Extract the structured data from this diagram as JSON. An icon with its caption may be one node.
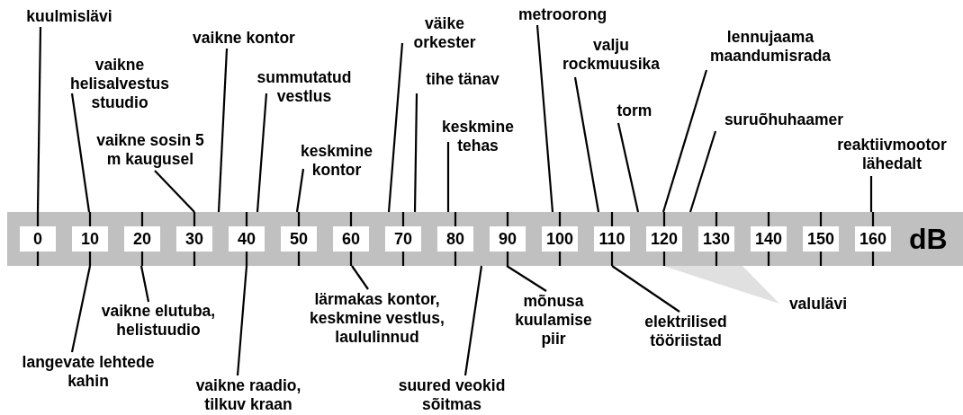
{
  "diagram": {
    "nodes": [
      {
        "text": [],
        "shape": "bar"
      },
      {
        "text": [
          "kuulmislävi"
        ]
      },
      {
        "text": [
          "vaikne helisalvestus stuudio"
        ]
      },
      {
        "text": [
          "vaikne sosin 5 m kaugusel"
        ]
      },
      {
        "text": [
          "vaikne kontor"
        ]
      },
      {
        "text": [
          "summutatud vestlus"
        ]
      },
      {
        "text": [
          "keskmine kontor"
        ]
      },
      {
        "text": [
          "väike orkester"
        ]
      },
      {
        "text": [
          "tihe tänav"
        ]
      },
      {
        "text": [
          "keskmine tehas"
        ]
      },
      {
        "text": [
          "metroorong"
        ]
      },
      {
        "text": [
          "valju rockmuusika"
        ]
      },
      {
        "text": [
          "torm"
        ]
      },
      {
        "text": [
          "lennujaama maandumisrada"
        ]
      },
      {
        "text": [
          "suruõhuhaamer"
        ]
      },
      {
        "text": [
          "reaktiivmootor lähedalt"
        ]
      },
      {
        "text": [
          "langevate lehtede kahin"
        ]
      },
      {
        "text": [
          "vaikne elutuba, helistuudio"
        ]
      },
      {
        "text": [
          "vaikne raadio, tilkuv kraan"
        ]
      },
      {
        "text": [
          "lärmakas kontor, keskmine vestlus, laululinnud"
        ]
      },
      {
        "text": [
          "suured veokid sõitmas"
        ]
      },
      {
        "text": [
          "mõnusa kuulamise piir"
        ]
      },
      {
        "text": [
          "elektrilised tööriistad"
        ]
      },
      {
        "text": [
          "valulävi"
        ]
      }
    ],
    "edges": [
      {
        "from": 1,
        "to": 0,
        "arrow": "none"
      },
      {
        "from": 2,
        "to": 0,
        "arrow": "none"
      },
      {
        "from": 3,
        "to": 0,
        "arrow": "none"
      },
      {
        "from": 4,
        "to": 0,
        "arrow": "none"
      },
      {
        "from": 5,
        "to": 0,
        "arrow": "none"
      },
      {
        "from": 6,
        "to": 0,
        "arrow": "none"
      },
      {
        "from": 7,
        "to": 0,
        "arrow": "none"
      },
      {
        "from": 8,
        "to": 0,
        "arrow": "none"
      },
      {
        "from": 9,
        "to": 0,
        "arrow": "none"
      },
      {
        "from": 10,
        "to": 0,
        "arrow": "none"
      },
      {
        "from": 11,
        "to": 0,
        "arrow": "none"
      },
      {
        "from": 12,
        "to": 0,
        "arrow": "none"
      },
      {
        "from": 13,
        "to": 0,
        "arrow": "none"
      },
      {
        "from": 14,
        "to": 0,
        "arrow": "none"
      },
      {
        "from": 15,
        "to": 0,
        "arrow": "none"
      },
      {
        "from": 16,
        "to": 0,
        "arrow": "none"
      },
      {
        "from": 17,
        "to": 0,
        "arrow": "none"
      },
      {
        "from": 18,
        "to": 0,
        "arrow": "none"
      },
      {
        "from": 19,
        "to": 0,
        "arrow": "none"
      },
      {
        "from": 20,
        "to": 0,
        "arrow": "none"
      },
      {
        "from": 21,
        "to": 0,
        "arrow": "none"
      },
      {
        "from": 22,
        "to": 0,
        "arrow": "none"
      },
      {
        "from": 23,
        "to": 0,
        "arrow": "none",
        "style": "thick",
        "color": "#e0e0e0"
      }
    ],
    "labels": [
      "0",
      "10",
      "20",
      "30",
      "40",
      "50",
      "60",
      "70",
      "80",
      "90",
      "100",
      "110",
      "120",
      "130",
      "140",
      "150",
      "160",
      "dB"
    ]
  }
}
